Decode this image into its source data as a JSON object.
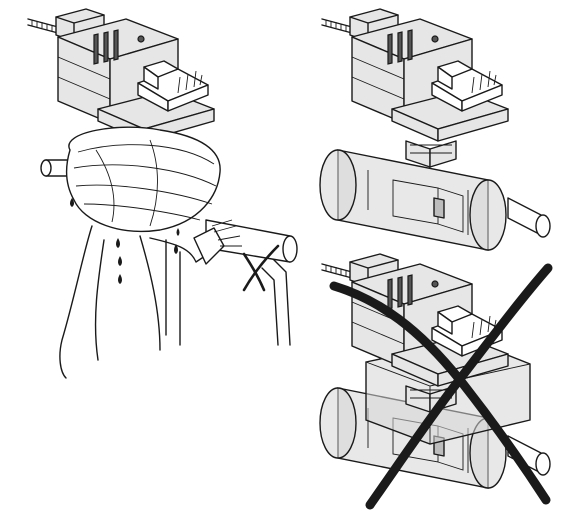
{
  "colors": {
    "line": "#1a1a1a",
    "light_fill": "#e6e6e6",
    "mid_fill": "#bdbdbd",
    "insulation": "#d6d6d6"
  },
  "panels": [
    {
      "id": "left",
      "icon": "actuator-wrapped-with-wet-cloth-illustration"
    },
    {
      "id": "top-right",
      "icon": "actuator-on-insulated-valve-illustration"
    },
    {
      "id": "bottom-right",
      "icon": "actuator-fully-insulated-crossed-out-illustration"
    }
  ]
}
